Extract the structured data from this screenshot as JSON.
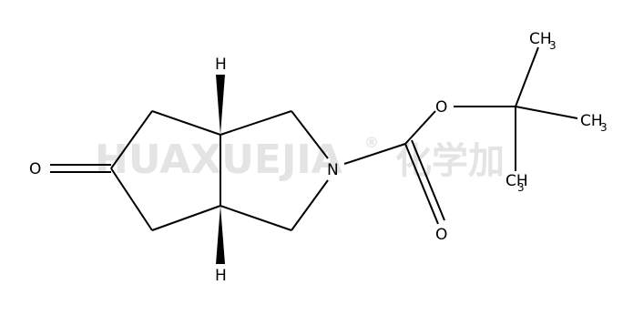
{
  "watermark": {
    "latin": "HUAXUEJIA",
    "registered": "®",
    "cjk": "化学加"
  },
  "atoms": {
    "oxygen_ketone": "O",
    "nitrogen": "N",
    "oxygen_ester": "O",
    "oxygen_carbonyl": "O",
    "hydrogen_top": "H",
    "hydrogen_bottom": "H",
    "methyl_symbol": "CH",
    "methyl_subscript": "3"
  },
  "colors": {
    "bond": "#000000",
    "watermark": "#e4e4e4"
  }
}
